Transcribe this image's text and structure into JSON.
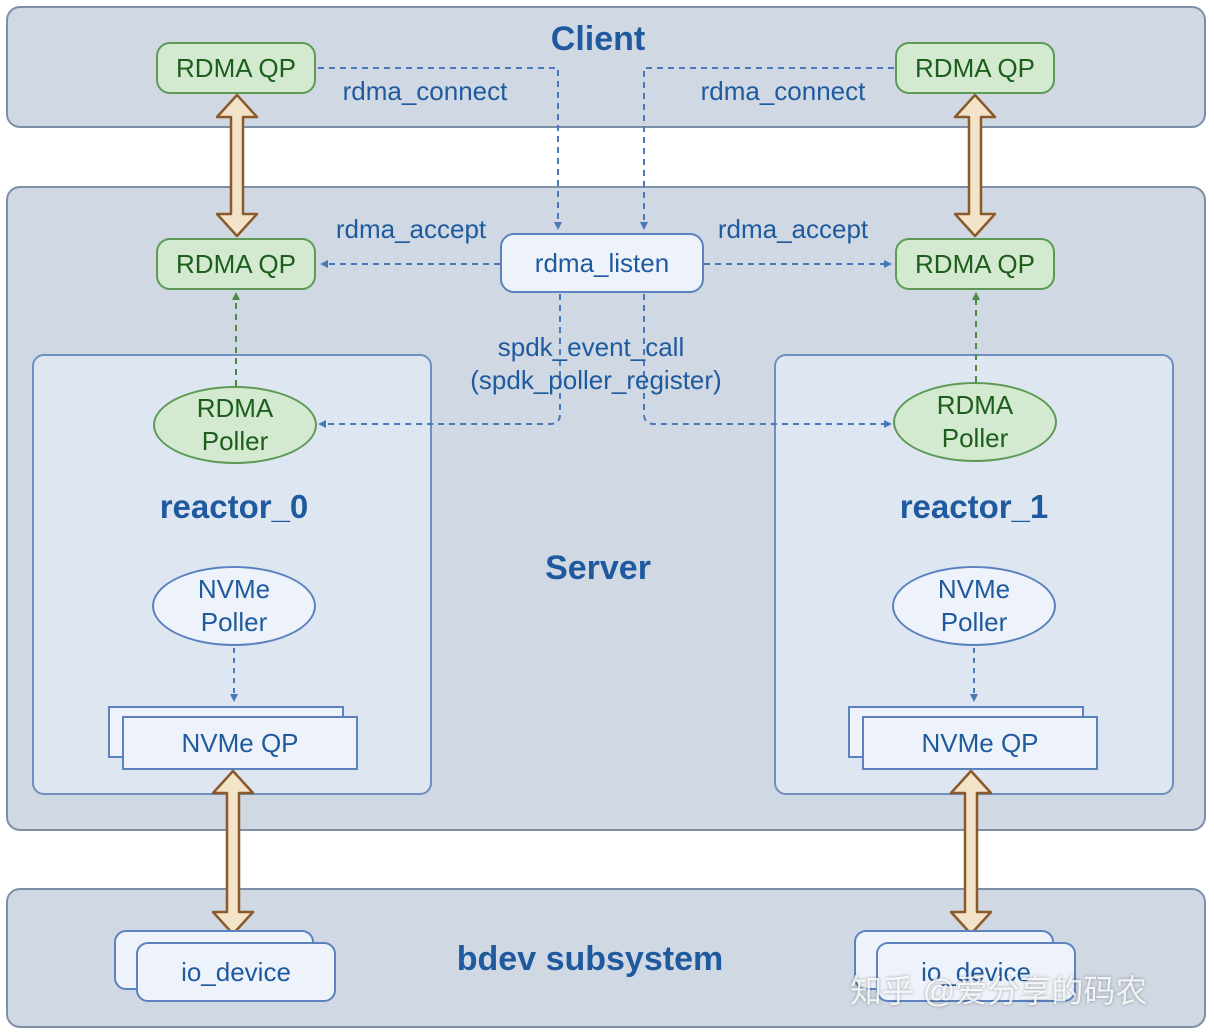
{
  "client": {
    "title": "Client",
    "left_qp": "RDMA QP",
    "right_qp": "RDMA QP"
  },
  "server": {
    "title": "Server",
    "left_qp": "RDMA QP",
    "right_qp": "RDMA QP",
    "listen": "rdma_listen"
  },
  "labels": {
    "connect_left": "rdma_connect",
    "connect_right": "rdma_connect",
    "accept_left": "rdma_accept",
    "accept_right": "rdma_accept",
    "event_call": "spdk_event_call",
    "poller_register": "(spdk_poller_register)"
  },
  "reactors": [
    {
      "title": "reactor_0",
      "rdma_poller": [
        "RDMA",
        "Poller"
      ],
      "nvme_poller": [
        "NVMe",
        "Poller"
      ],
      "nvme_qp": "NVMe QP"
    },
    {
      "title": "reactor_1",
      "rdma_poller": [
        "RDMA",
        "Poller"
      ],
      "nvme_poller": [
        "NVMe",
        "Poller"
      ],
      "nvme_qp": "NVMe QP"
    }
  ],
  "bdev": {
    "title": "bdev subsystem",
    "left_device": "io_device",
    "right_device": "io_device"
  },
  "watermark": "知乎 @爱分享的码农",
  "colors": {
    "panel_fill": "#cfd8e3",
    "reactor_fill": "#dde6f1",
    "title_blue": "#1f5a9e",
    "qp_green_fill": "#d4ead0",
    "qp_green_border": "#5e9a55",
    "arrow_brown": "#8a5a2b",
    "arrow_fill": "#f3e3c8",
    "dashed_blue": "#4a78b8",
    "dashed_green": "#4e8a46"
  }
}
